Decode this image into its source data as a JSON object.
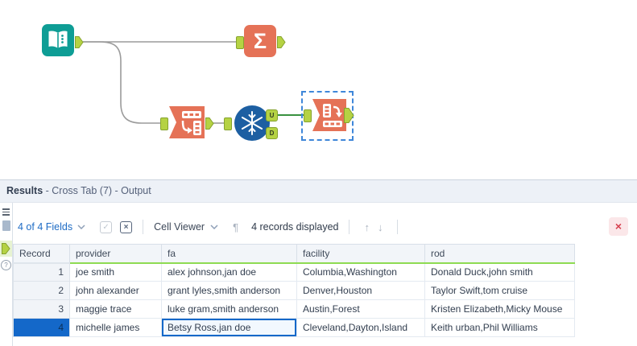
{
  "canvas": {
    "icons": {
      "input_data": "open-book",
      "summarize": "Σ",
      "transpose": "rows-to-column",
      "unique": "snowflake",
      "cross_tab": "column-to-rows"
    },
    "anchors": {
      "unique_outputs": [
        "U",
        "D"
      ]
    },
    "colors": {
      "tool_teal": "#0e9d95",
      "tool_orange": "#e57257",
      "tool_blue": "#1d5fa2",
      "anchor_green": "#b5d243",
      "wire_gray": "#9b9b9b",
      "wire_green": "#3a9140",
      "selection_blue": "#3f87d9"
    }
  },
  "results": {
    "title": {
      "bold": "Results",
      "rest": " - Cross Tab (7) - Output"
    },
    "toolbar": {
      "fields_dropdown": "4 of 4 Fields",
      "select_icon": "✓",
      "deselect_icon": "×",
      "cell_viewer_dropdown": "Cell Viewer",
      "formatting_icon": "¶",
      "records_status": "4 records displayed",
      "prev_icon": "↑",
      "next_icon": "↓",
      "close_icon": "×"
    },
    "strip": {
      "help_icon": "?"
    },
    "table": {
      "columns": [
        "Record",
        "provider",
        "fa",
        "facility",
        "rod"
      ],
      "rows": [
        [
          "1",
          "joe smith",
          "alex johnson,jan doe",
          "Columbia,Washington",
          "Donald Duck,john smith"
        ],
        [
          "2",
          "john alexander",
          "grant lyles,smith anderson",
          "Denver,Houston",
          "Taylor Swift,tom cruise"
        ],
        [
          "3",
          "maggie trace",
          "luke gram,smith anderson",
          "Austin,Forest",
          "Kristen Elizabeth,Micky Mouse"
        ],
        [
          "4",
          "michelle james",
          "Betsy Ross,jan doe",
          "Cleveland,Dayton,Island",
          "Keith urban,Phil Williams"
        ]
      ],
      "selected_row": 4,
      "selected_cell": {
        "record": 4,
        "column": "fa",
        "value": "Betsy Ross,jan doe"
      },
      "colors": {
        "header_underline": "#8edb52",
        "selection": "#1468c9"
      }
    }
  }
}
